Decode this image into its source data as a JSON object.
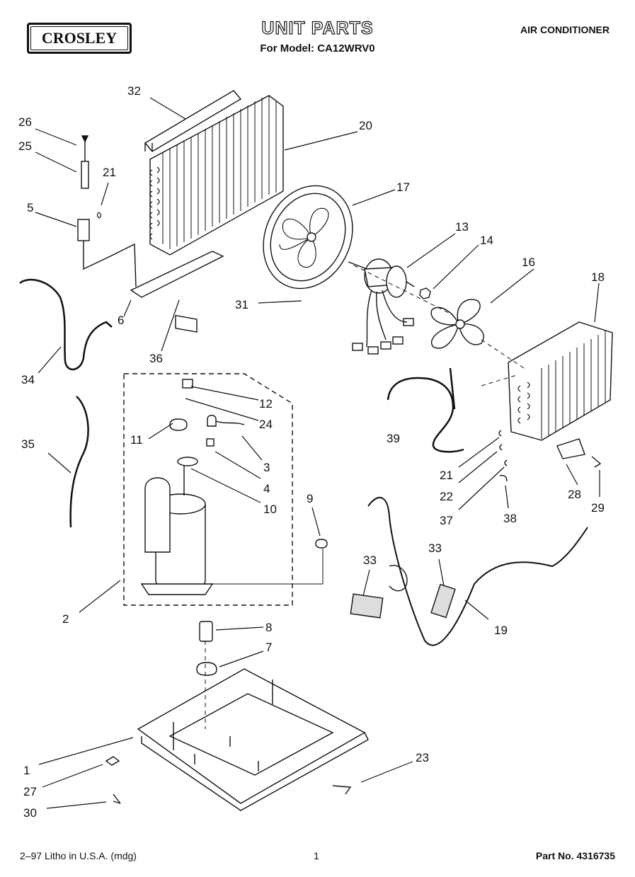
{
  "brand": "CROSLEY",
  "title": "UNIT PARTS",
  "subtitle": "For Model: CA12WRV0",
  "category": "AIR CONDITIONER",
  "footer": {
    "left": "2–97 Litho in U.S.A. (mdg)",
    "center": "1",
    "right": "Part No. 4316735"
  },
  "callouts": [
    "32",
    "26",
    "25",
    "21",
    "20",
    "17",
    "5",
    "13",
    "14",
    "16",
    "18",
    "6",
    "31",
    "36",
    "34",
    "12",
    "24",
    "11",
    "3",
    "35",
    "39",
    "21",
    "22",
    "37",
    "38",
    "28",
    "29",
    "4",
    "10",
    "9",
    "33",
    "33",
    "2",
    "19",
    "8",
    "7",
    "1",
    "23",
    "27",
    "30"
  ]
}
